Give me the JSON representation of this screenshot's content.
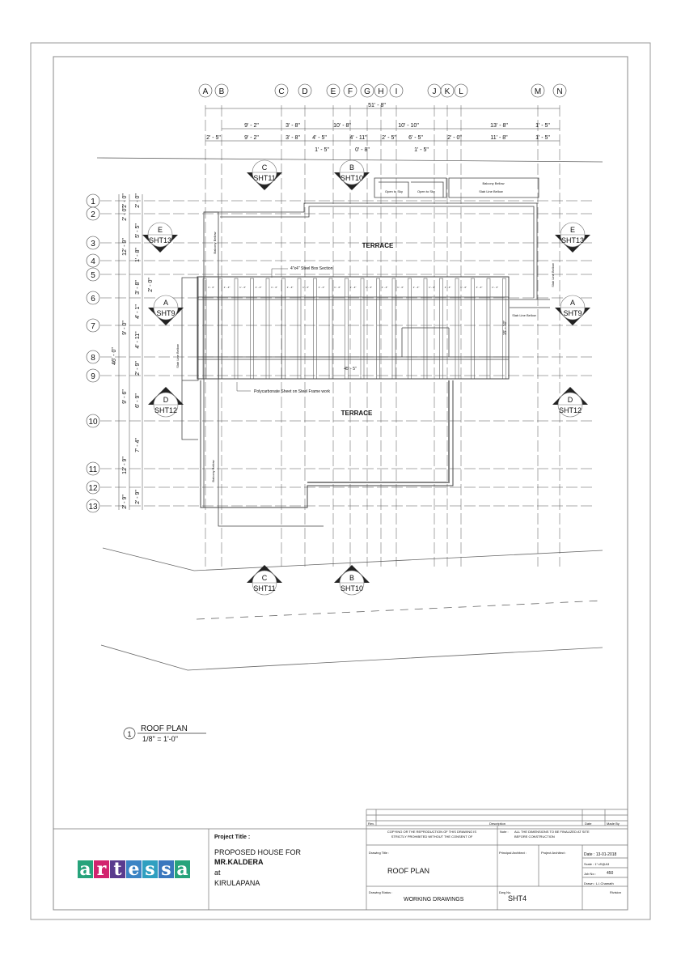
{
  "grid": {
    "columns": [
      "A",
      "B",
      "C",
      "D",
      "E",
      "F",
      "G",
      "H",
      "I",
      "J",
      "K",
      "L",
      "M",
      "N"
    ],
    "rows": [
      "1",
      "2",
      "3",
      "4",
      "5",
      "6",
      "7",
      "8",
      "9",
      "10",
      "11",
      "12",
      "13"
    ]
  },
  "dims_top": {
    "overall": "51' - 8\"",
    "row2": [
      "9' - 2\"",
      "3' - 8\"",
      "10' - 8\"",
      "10' - 10\"",
      "13' - 8\"",
      "1' - 5\""
    ],
    "row3": [
      "2' - 5\"",
      "9' - 2\"",
      "3' - 8\"",
      "4' - 5\"",
      "4' - 11\"",
      "2' - 5\"",
      "6' - 5\"",
      "2' - 0\"",
      "11' - 8\"",
      "1' - 5\""
    ],
    "row4": [
      "1' - 5\"",
      "0' - 8\"",
      "1' - 5\""
    ]
  },
  "dims_left": {
    "overall": "46' - 0\"",
    "col1": [
      "2' - 0\"",
      "2' - 0\"",
      "12' - 9\"",
      "9' - 0\"",
      "9' - 6\"",
      "12' - 9\"",
      "2' - 9\""
    ],
    "col2": [
      "2' - 0\"",
      "5' - 5\"",
      "1' - 8\"",
      "3' - 8\"",
      "4' - 1\"",
      "4' - 11\"",
      "2' - 9\"",
      "6' - 9\"",
      "7' - 4\"",
      "2' - 9\""
    ],
    "extra": "2' - 0\""
  },
  "sections": [
    {
      "letter": "C",
      "sheet": "SHT11"
    },
    {
      "letter": "B",
      "sheet": "SHT10"
    },
    {
      "letter": "E",
      "sheet": "SHT13"
    },
    {
      "letter": "E",
      "sheet": "SHT13"
    },
    {
      "letter": "A",
      "sheet": "SHT9"
    },
    {
      "letter": "A",
      "sheet": "SHT9"
    },
    {
      "letter": "D",
      "sheet": "SHT12"
    },
    {
      "letter": "D",
      "sheet": "SHT12"
    },
    {
      "letter": "C",
      "sheet": "SHT11"
    },
    {
      "letter": "B",
      "sheet": "SHT10"
    }
  ],
  "labels": {
    "terrace_top": "TERRACE",
    "terrace_bottom": "TERRACE",
    "steel_box": "4\"x4\" Steel Box Section",
    "polycarbonate": "Polycarbonate Sheet on Steel Frame work",
    "span_width": "45' - 5\"",
    "span_depth": "15' - 10\"",
    "open_sky_1": "Open to Sky",
    "open_sky_2": "Open to Sky",
    "balcony_below_top": "Balcony Bellow",
    "slab_line_top": "Slab Line Bellow",
    "balcony_below_left": "Balcony Bellow",
    "slab_line_right_v": "Slab Line Bellow",
    "slab_line_right": "Slab Line Bellow",
    "slab_line_left": "Slab Line Bellow",
    "balcony_below_bottom": "Balcony Bellow",
    "beam_spacing": "1' - 4\""
  },
  "view_title": {
    "number": "1",
    "name": "ROOF PLAN",
    "scale": "1/8\" = 1'-0\""
  },
  "title_block": {
    "logo": "artessa",
    "logo_colors": [
      "#27a37b",
      "#d2236e",
      "#5a3b8e",
      "#3b84c4",
      "#2f9fc0",
      "#3a77be",
      "#27a37b"
    ],
    "project_title_label": "Project Title :",
    "project_line1": "PROPOSED HOUSE FOR",
    "project_line2": "MR.KALDERA",
    "project_line3": "at",
    "project_line4": "KIRULAPANA",
    "rev_label": "Rev.",
    "description_label": "Description",
    "date_label": "Date",
    "made_by_label": "Made By",
    "copyright_1": "COPYING OR THE REPRODUCTION OF THIS DRAWING IS",
    "copyright_2": "STRICTLY PROHIBITED WITHOUT THE CONSENT OF",
    "note_label": "Note :",
    "note_1": "ALL THE DIMENSIONS TO BE FINALIZED AT SITE",
    "note_2": "BEFORE CONSTRUCTION",
    "drawing_title_label": "Drawing Title :",
    "drawing_title": "ROOF PLAN",
    "principal_architect_label": "Principal Architect :",
    "project_architect_label": "Project Architect :",
    "date": "Date : 13-01-2018",
    "scale": "Scale : 1\"=8'@A3",
    "job_no_label": "Job No :",
    "job_no": "450",
    "drawn": "Drawn : L.I.Chamath",
    "drawing_status_label": "Drawing Status :",
    "drawing_status": "WORKING DRAWINGS",
    "dwg_no_label": "Dwg No.",
    "dwg_no": "SHT4",
    "revision_label": "Rivision"
  }
}
